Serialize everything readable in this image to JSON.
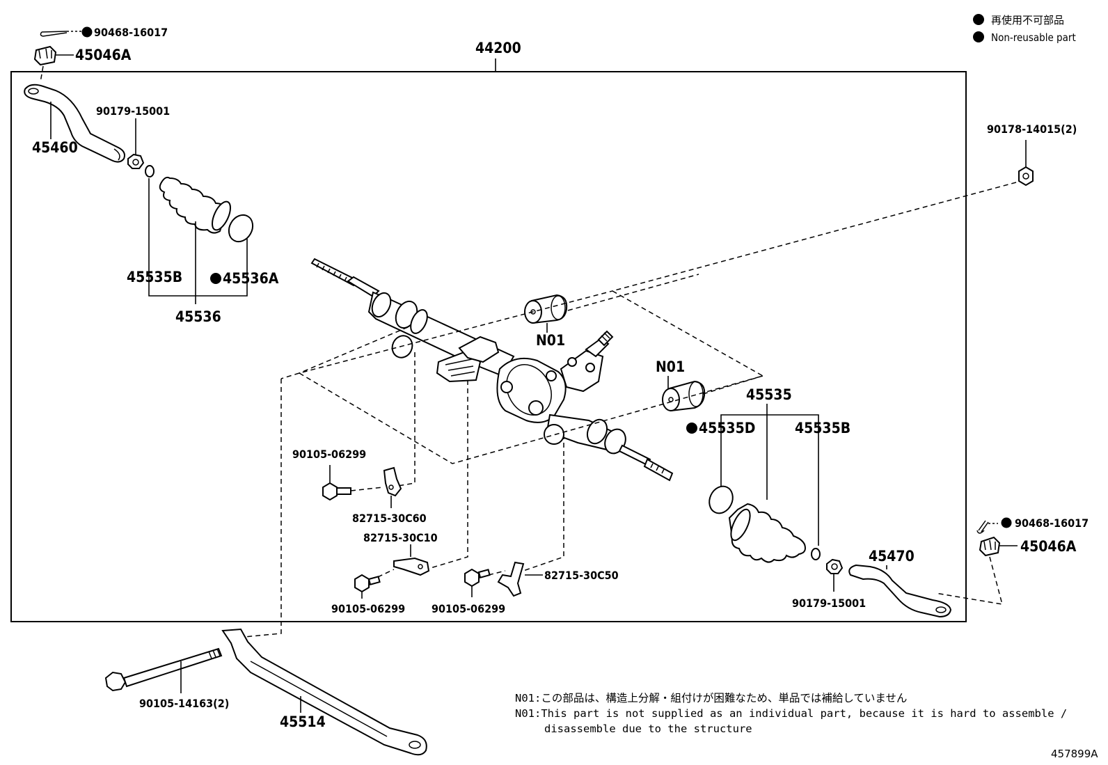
{
  "legend": {
    "jp": "再使用不可部品",
    "en": "Non-reusable part"
  },
  "assembly_number": "44200",
  "labels": {
    "top_left_pin": "90468-16017",
    "top_left_nut": "45046A",
    "left_tie_rod_end": "45460",
    "left_nut": "90179-15001",
    "left_clip": "45535B",
    "left_clamp": "45536A",
    "left_boot_set": "45536",
    "right_bolt_top": "90178-14015(2)",
    "bushing_top": "N01",
    "bushing_mid": "N01",
    "right_boot_set": "45535",
    "right_clamp": "45535D",
    "right_clip": "45535B",
    "bolt_a": "90105-06299",
    "clamp_a": "82715-30C60",
    "clamp_b": "82715-30C10",
    "bolt_b": "90105-06299",
    "bolt_c": "90105-06299",
    "clamp_c": "82715-30C50",
    "right_tie_rod_end": "45470",
    "right_nut": "90179-15001",
    "right_pin": "90468-16017",
    "right_castle_nut": "45046A",
    "long_bolt": "90105-14163(2)",
    "brace": "45514"
  },
  "notes": {
    "line1": "N01:この部品は、構造上分解・組付けが困難なため、単品では補給していません",
    "line2": "N01:This part is not supplied as an individual part, because it is hard to assemble /",
    "line3": "disassemble due to the structure"
  },
  "diagram_code": "457899A"
}
